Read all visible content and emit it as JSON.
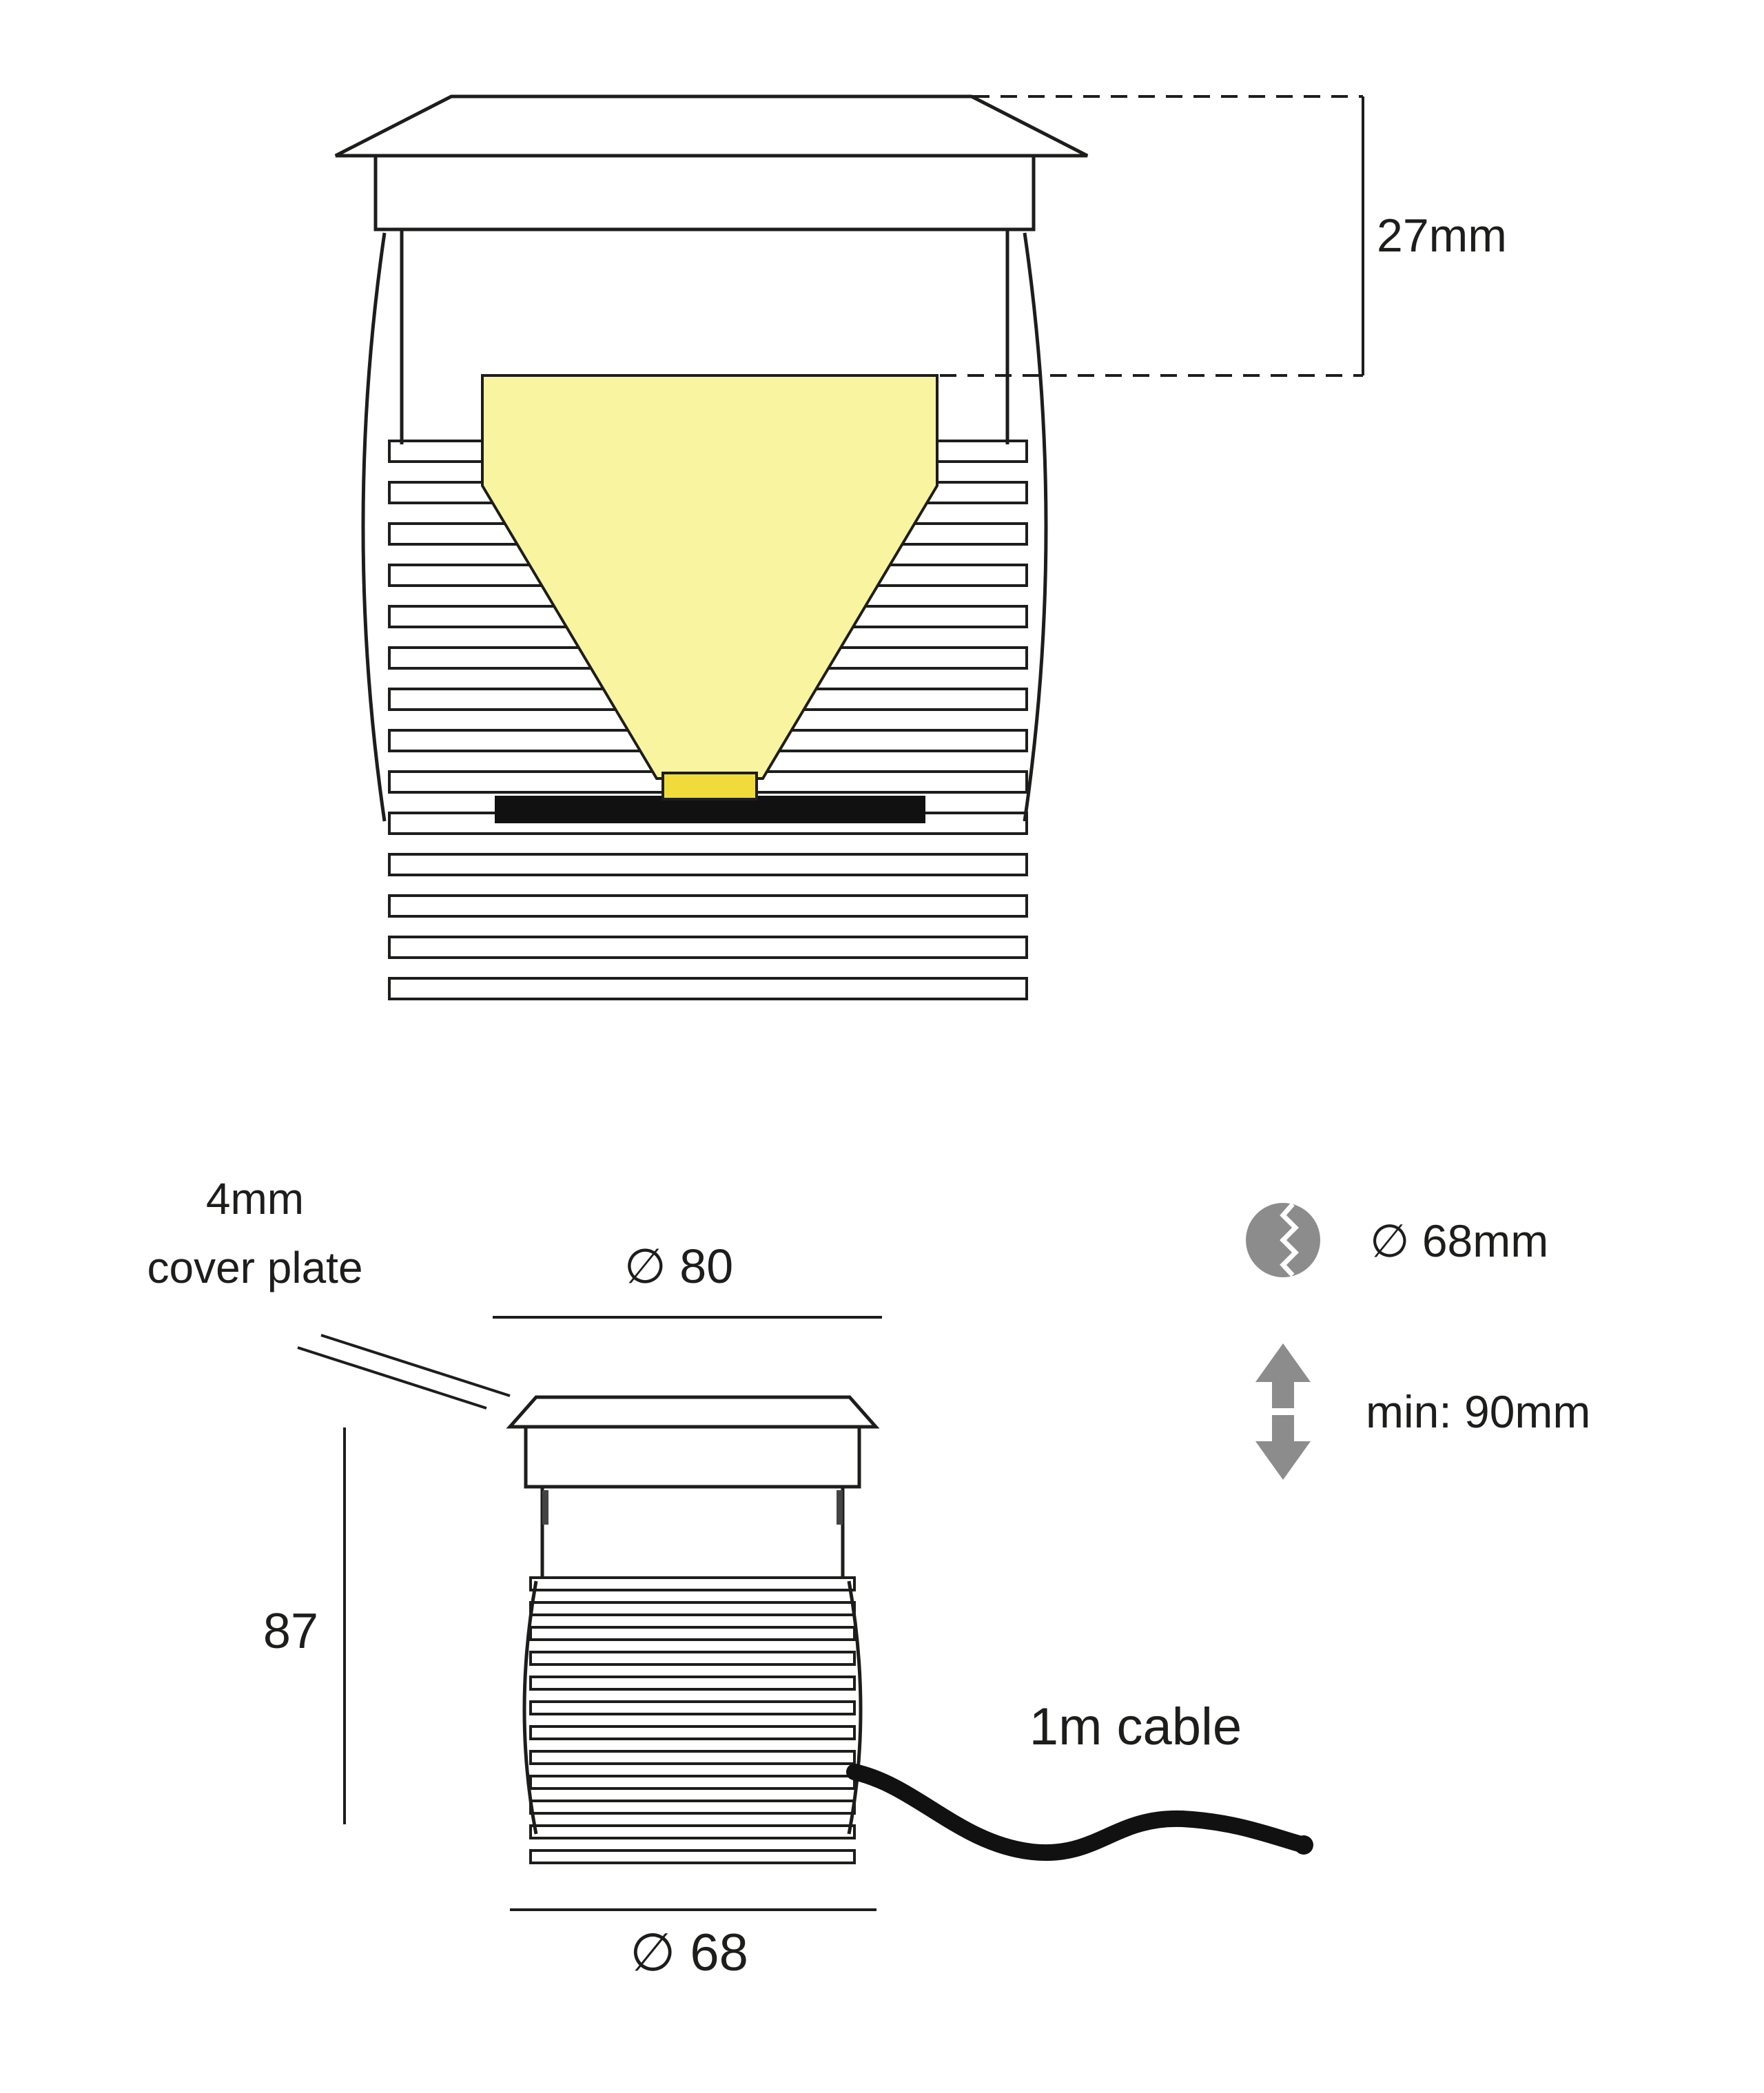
{
  "labels": {
    "recess_depth": "27mm",
    "cover_plate_line1": "4mm",
    "cover_plate_line2": "cover plate",
    "top_diameter": "∅ 80",
    "body_height": "87",
    "bottom_diameter": "∅ 68",
    "cable": "1m cable",
    "cutout_diameter": "∅ 68mm",
    "min_recess_depth": "min: 90mm"
  },
  "colors": {
    "line": "#1d1d1b",
    "beam": "#f9f4a0",
    "led": "#efdc3a",
    "pcb": "#111111",
    "icon_gray": "#8c8c8c"
  },
  "icons": {
    "cutout": "hole-saw-icon",
    "depth": "double-vertical-arrow-icon"
  }
}
